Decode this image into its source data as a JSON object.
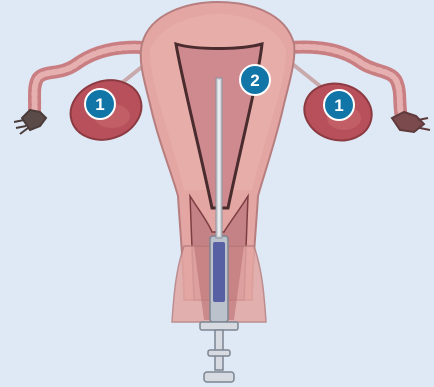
{
  "colors": {
    "background": "#dfe9f5",
    "tissue": "#e3a6a3",
    "tissue_dark": "#b15e60",
    "cavity": "#cf8a90",
    "ovary": "#b7505a",
    "marker": "#1175a8",
    "needle": "#cfd3d8",
    "syringe_fluid": "#5860a4"
  },
  "markers": [
    {
      "id": "ovary-left",
      "label": "1"
    },
    {
      "id": "ovary-right",
      "label": "1"
    },
    {
      "id": "uterine-cavity",
      "label": "2"
    }
  ]
}
